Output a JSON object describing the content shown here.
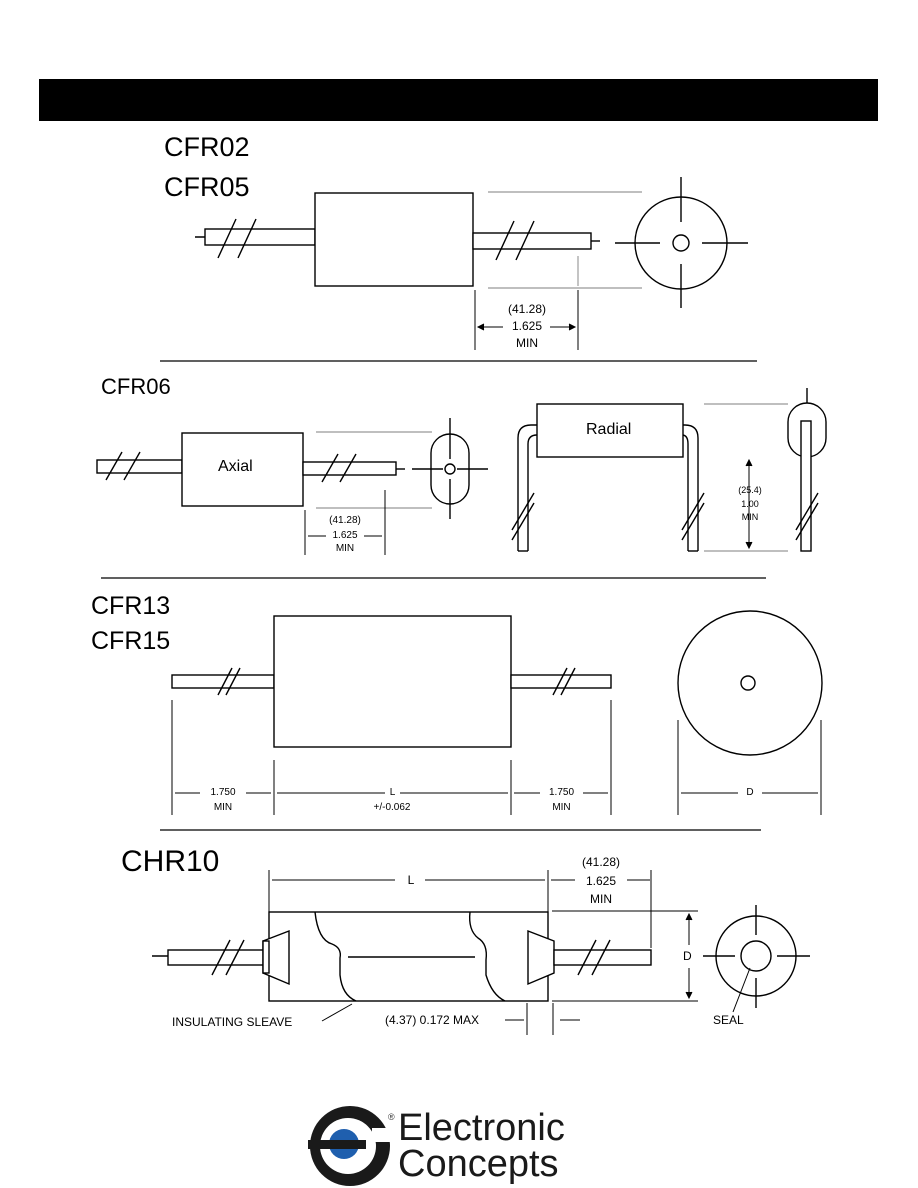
{
  "header": {
    "color": "#000000"
  },
  "sec1": {
    "title1": "CFR02",
    "title2": "CFR05",
    "dim_mm": "(41.28)",
    "dim_in": "1.625",
    "dim_min": "MIN"
  },
  "sec2": {
    "title": "CFR06",
    "axial": "Axial",
    "radial": "Radial",
    "axial_mm": "(41.28)",
    "axial_in": "1.625",
    "axial_min": "MIN",
    "radial_mm": "(25.4)",
    "radial_in": "1.00",
    "radial_min": "MIN"
  },
  "sec3": {
    "title1": "CFR13",
    "title2": "CFR15",
    "lead_left": "1.750",
    "lead_left_min": "MIN",
    "body_l": "L",
    "body_tol": "+/-0.062",
    "lead_right": "1.750",
    "lead_right_min": "MIN",
    "diam": "D"
  },
  "sec4": {
    "title": "CHR10",
    "length": "L",
    "dim_mm": "(41.28)",
    "dim_in": "1.625",
    "dim_min": "MIN",
    "diam": "D",
    "sleeve": "INSULATING SLEAVE",
    "max": "(4.37) 0.172 MAX",
    "seal": "SEAL"
  },
  "logo": {
    "line1": "Electronic",
    "line2": "Concepts",
    "mark": "®",
    "brand_color": "#1f5fae"
  }
}
